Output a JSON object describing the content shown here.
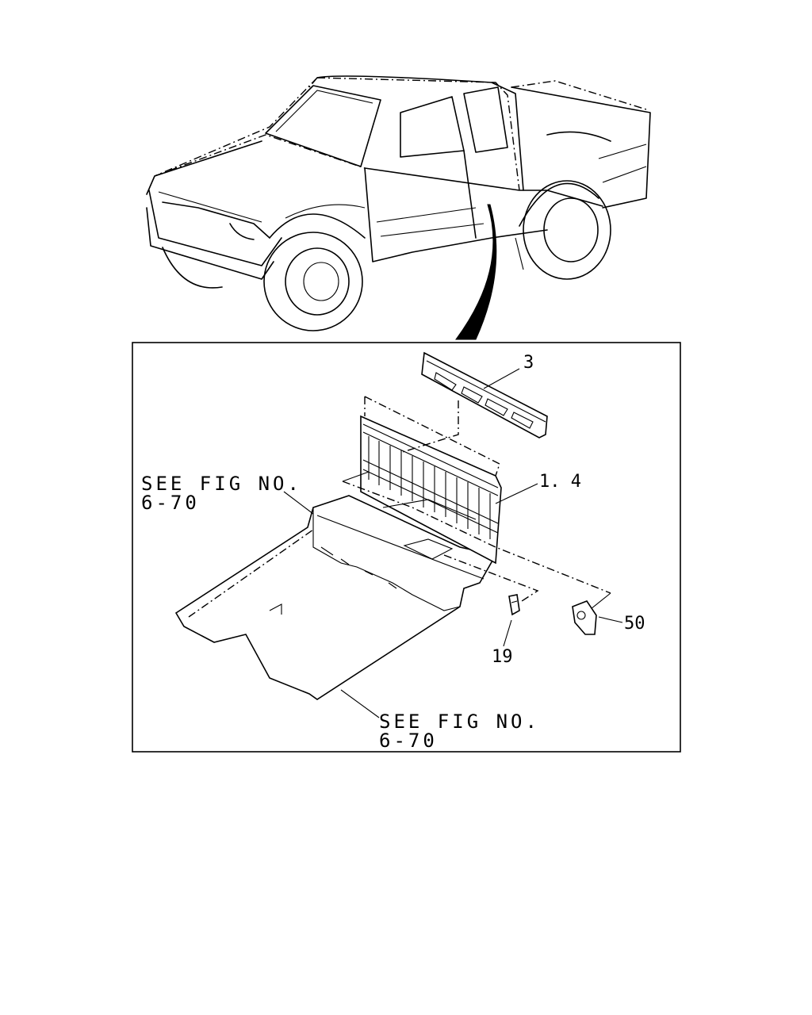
{
  "callouts": [
    {
      "id": "3",
      "label": "3"
    },
    {
      "id": "1-4",
      "label": "1. 4"
    },
    {
      "id": "50",
      "label": "50"
    },
    {
      "id": "19",
      "label": "19"
    }
  ],
  "references": [
    {
      "line1": "SEE FIG NO.",
      "line2": "6-70"
    },
    {
      "line1": "SEE FIG NO.",
      "line2": "6-70"
    }
  ]
}
